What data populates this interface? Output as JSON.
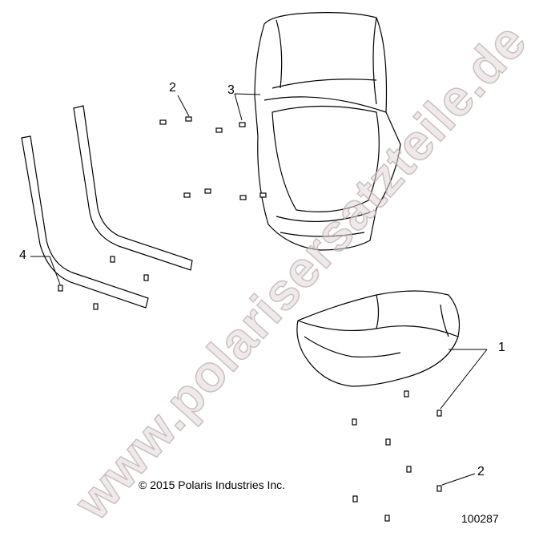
{
  "callouts": {
    "c1": "1",
    "c2a": "2",
    "c2b": "2",
    "c3": "3",
    "c4": "4"
  },
  "copyright": "© 2015 Polaris Industries Inc.",
  "figure_number": "100287",
  "watermark": "www.polarisersatzteile.de"
}
